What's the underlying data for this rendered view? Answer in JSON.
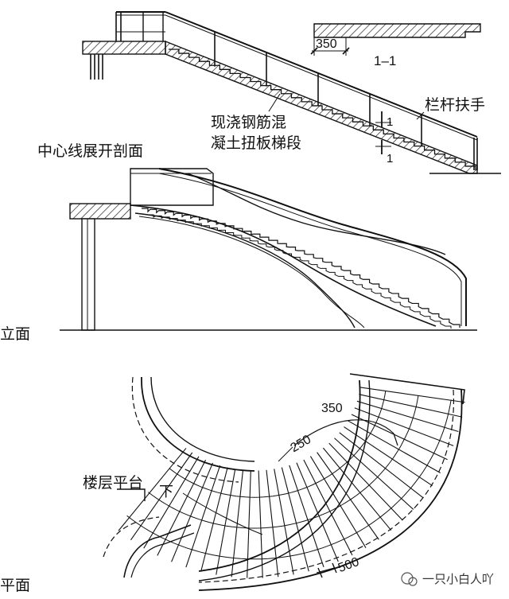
{
  "section_view": {
    "section_mark_label": "1–1",
    "dim_350": "350",
    "railing_label": "栏杆扶手",
    "slab_label_line1": "现浇钢筋混",
    "slab_label_line2": "凝土扭板梯段",
    "cut_mark_top": "1",
    "cut_mark_bottom": "1",
    "view_title": "中心线展开剖面"
  },
  "elevation_view": {
    "view_title": "立面"
  },
  "plan_view": {
    "dim_350": "350",
    "dim_250": "250",
    "dim_500": "500",
    "landing_label": "楼层平台",
    "down_label": "下",
    "view_title": "平面"
  },
  "watermark": {
    "text": "一只小白人吖"
  }
}
